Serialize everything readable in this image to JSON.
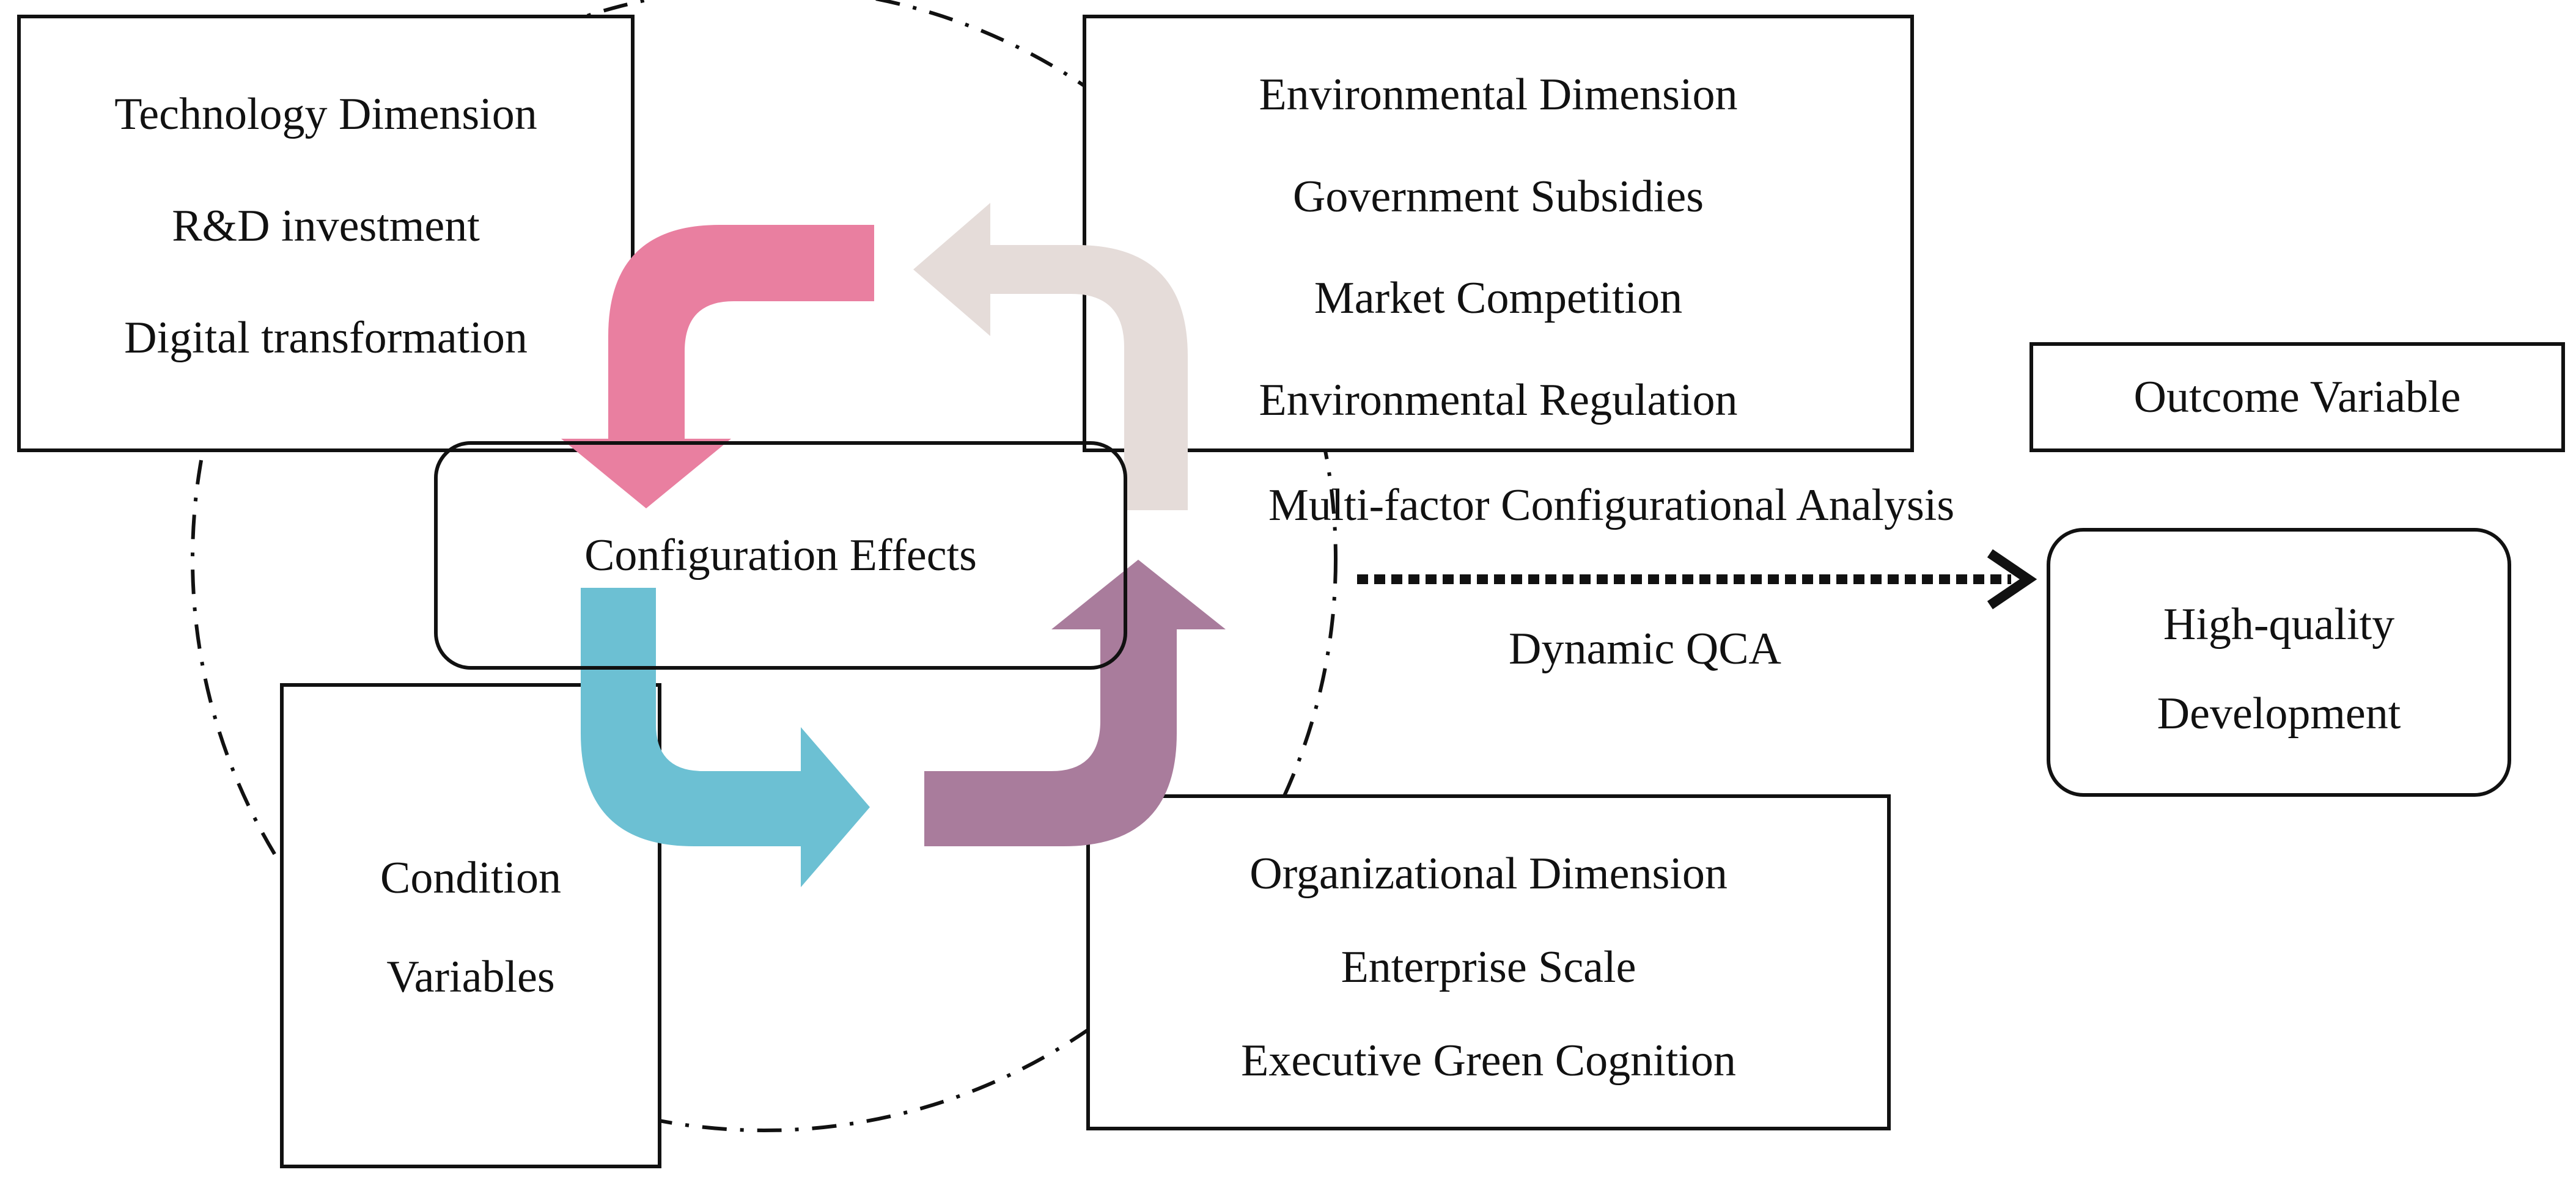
{
  "technology": {
    "title": "Technology Dimension",
    "item1": "R&D investment",
    "item2": "Digital transformation"
  },
  "environmental": {
    "title": "Environmental Dimension",
    "item1": "Government Subsidies",
    "item2": "Market Competition",
    "item3": "Environmental Regulation"
  },
  "organizational": {
    "title": "Organizational Dimension",
    "item1": "Enterprise Scale",
    "item2": "Executive Green Cognition"
  },
  "condition": {
    "line1": "Condition",
    "line2": "Variables"
  },
  "center": {
    "label": "Configuration Effects"
  },
  "outcome": {
    "label": "Outcome Variable",
    "result_line1": "High-quality",
    "result_line2": "Development"
  },
  "connector": {
    "analysis_label": "Multi-factor  Configurational Analysis",
    "method_label": "Dynamic QCA"
  },
  "colors": {
    "pink": "#e97fa0",
    "beige": "#e5dcd9",
    "blue": "#6cc0d3",
    "purple": "#a97c9c"
  }
}
